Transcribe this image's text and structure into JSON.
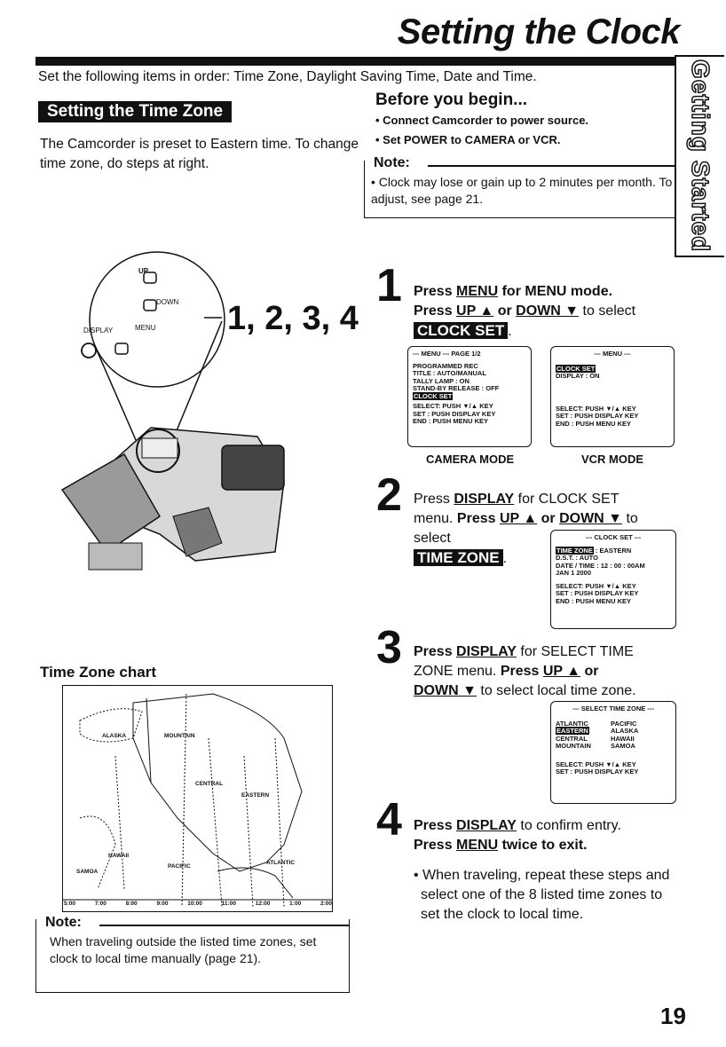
{
  "title": "Setting the Clock",
  "intro": "Set the following items in order: Time Zone, Daylight Saving Time, Date and Time.",
  "side_tab": "Getting Started",
  "section_heading": "Setting the Time Zone",
  "preset_text": "The Camcorder is preset to Eastern time. To change time zone, do steps at right.",
  "before": {
    "title": "Before you begin...",
    "items": [
      "• Connect Camcorder to power source.",
      "• Set POWER to CAMERA or VCR."
    ]
  },
  "note_top": {
    "label": "Note:",
    "text": "• Clock may lose or gain up to 2 minutes per month. To adjust, see page 21."
  },
  "camera_illustration": {
    "up_label": "UP",
    "down_label": "DOWN",
    "display_label": "DISPLAY",
    "menu_label": "MENU",
    "callout": "1, 2, 3, 4"
  },
  "steps": [
    {
      "num": "1",
      "parts": [
        [
          "Press ",
          "b"
        ],
        [
          "MENU",
          "u"
        ],
        [
          " for MENU mode.",
          "b"
        ]
      ],
      "parts2": [
        [
          "Press ",
          "b"
        ],
        [
          "UP ▲",
          "u"
        ],
        [
          " or ",
          "b"
        ],
        [
          "DOWN ▼",
          "u"
        ],
        [
          " to select ",
          ""
        ]
      ],
      "highlight": "CLOCK SET"
    },
    {
      "num": "2",
      "parts": [
        [
          "Press ",
          ""
        ],
        [
          "DISPLAY",
          "u"
        ],
        [
          " for CLOCK SET",
          ""
        ]
      ],
      "parts2": [
        [
          "menu. ",
          ""
        ],
        [
          "Press ",
          "b"
        ],
        [
          "UP ▲",
          "u"
        ],
        [
          " or ",
          "b"
        ],
        [
          "DOWN ▼",
          "u"
        ],
        [
          " to",
          ""
        ]
      ],
      "parts3": "select",
      "highlight": "TIME ZONE"
    },
    {
      "num": "3",
      "parts": [
        [
          "Press ",
          "b"
        ],
        [
          "DISPLAY",
          "u"
        ],
        [
          " for SELECT TIME",
          ""
        ]
      ],
      "parts2": [
        [
          "ZONE menu. ",
          ""
        ],
        [
          "Press ",
          "b"
        ],
        [
          "UP ▲",
          "u"
        ],
        [
          " or",
          "b"
        ]
      ],
      "parts3": [
        [
          "DOWN ▼",
          "u"
        ],
        [
          " to select local time zone.",
          ""
        ]
      ]
    },
    {
      "num": "4",
      "parts": [
        [
          "Press ",
          "b"
        ],
        [
          "DISPLAY",
          "u"
        ],
        [
          " to confirm entry.",
          ""
        ]
      ],
      "parts2": [
        [
          "Press ",
          "b"
        ],
        [
          "MENU",
          "u"
        ],
        [
          " twice to exit.",
          "b"
        ]
      ],
      "bullet": "• When traveling, repeat these steps and select one of the 8 listed time zones to set the clock to local time."
    }
  ],
  "screens": {
    "camera": {
      "header": "--- MENU ---    PAGE 1/2",
      "lines": [
        "PROGRAMMED REC",
        "TITLE        : AUTO/MANUAL",
        "TALLY LAMP        : ON",
        "STAND-BY RELEASE : OFF"
      ],
      "highlight": "CLOCK SET",
      "footer": [
        "SELECT: PUSH ▼/▲ KEY",
        "SET    : PUSH DISPLAY KEY",
        "END    : PUSH MENU KEY"
      ],
      "label": "CAMERA MODE"
    },
    "vcr": {
      "header": "--- MENU ---",
      "highlight": "CLOCK SET",
      "lines": [
        "DISPLAY       : ON"
      ],
      "footer": [
        "SELECT: PUSH ▼/▲ KEY",
        "SET    : PUSH DISPLAY KEY",
        "END    : PUSH MENU KEY"
      ],
      "label": "VCR MODE"
    },
    "clock_set": {
      "header": "--- CLOCK SET ---",
      "highlight": "TIME ZONE",
      "hl_value": " : EASTERN",
      "lines": [
        "D.S.T.          : AUTO",
        "DATE / TIME  : 12 : 00 : 00AM",
        "                   JAN  1  2000"
      ],
      "footer": [
        "SELECT: PUSH ▼/▲ KEY",
        "SET    : PUSH DISPLAY KEY",
        "END    : PUSH MENU KEY"
      ]
    },
    "select_tz": {
      "header": "--- SELECT TIME ZONE ---",
      "left": [
        "ATLANTIC",
        "EASTERN",
        "CENTRAL",
        "MOUNTAIN"
      ],
      "right": [
        "PACIFIC",
        "ALASKA",
        "HAWAII",
        "SAMOA"
      ],
      "footer": [
        "SELECT: PUSH ▼/▲ KEY",
        "SET    : PUSH DISPLAY KEY"
      ]
    }
  },
  "tz_chart": {
    "title": "Time Zone chart",
    "regions": [
      "ALASKA",
      "MOUNTAIN",
      "CENTRAL",
      "EASTERN",
      "HAWAII",
      "SAMOA",
      "PACIFIC",
      "ATLANTIC"
    ],
    "times": [
      "5:00",
      "7:00",
      "8:00",
      "9:00",
      "10:00",
      "11:00",
      "12:00",
      "1:00",
      "2:00"
    ]
  },
  "note_bottom": {
    "label": "Note:",
    "text": "When traveling outside the listed time zones, set clock to local time manually (page 21)."
  },
  "page_number": "19"
}
